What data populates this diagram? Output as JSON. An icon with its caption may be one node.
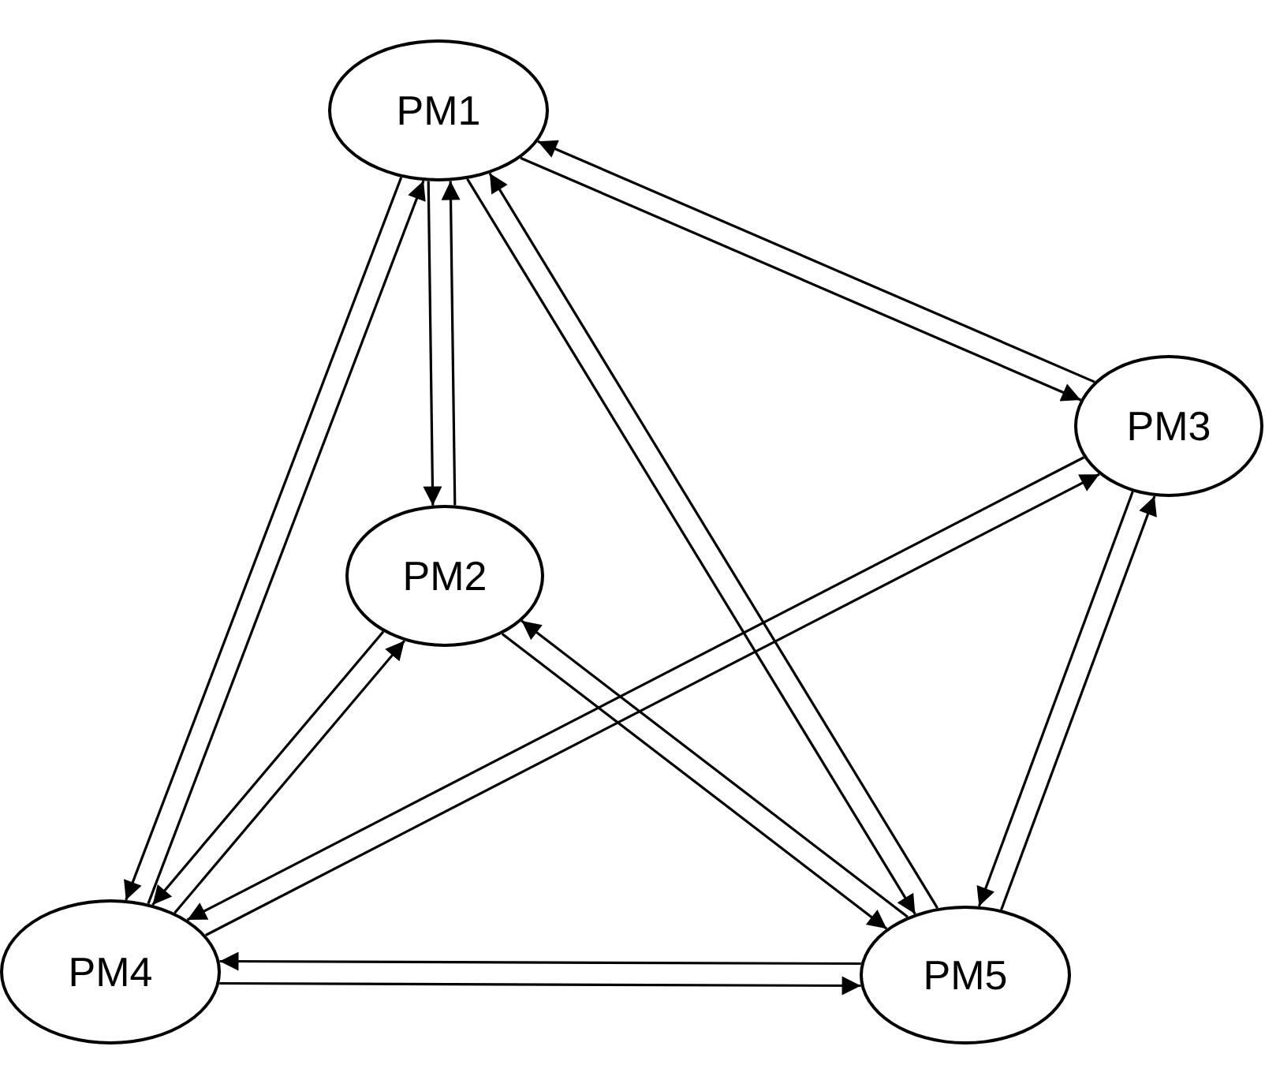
{
  "diagram": {
    "nodes": [
      {
        "text": [
          "PM1"
        ]
      },
      {
        "text": [
          "PM2"
        ]
      },
      {
        "text": [
          "PM3"
        ]
      },
      {
        "text": [
          "PM4"
        ]
      },
      {
        "text": [
          "PM5"
        ]
      }
    ],
    "edges": [
      {
        "from": 0,
        "to": 1,
        "arrow": "to"
      },
      {
        "from": 1,
        "to": 0,
        "arrow": "to"
      },
      {
        "from": 0,
        "to": 2,
        "arrow": "to"
      },
      {
        "from": 2,
        "to": 0,
        "arrow": "to"
      },
      {
        "from": 0,
        "to": 3,
        "arrow": "to"
      },
      {
        "from": 3,
        "to": 0,
        "arrow": "to"
      },
      {
        "from": 0,
        "to": 4,
        "arrow": "to"
      },
      {
        "from": 4,
        "to": 0,
        "arrow": "to"
      },
      {
        "from": 1,
        "to": 3,
        "arrow": "to"
      },
      {
        "from": 3,
        "to": 1,
        "arrow": "to"
      },
      {
        "from": 1,
        "to": 4,
        "arrow": "to"
      },
      {
        "from": 4,
        "to": 1,
        "arrow": "to"
      },
      {
        "from": 2,
        "to": 3,
        "arrow": "to"
      },
      {
        "from": 3,
        "to": 2,
        "arrow": "to"
      },
      {
        "from": 2,
        "to": 4,
        "arrow": "to"
      },
      {
        "from": 4,
        "to": 2,
        "arrow": "to"
      },
      {
        "from": 3,
        "to": 4,
        "arrow": "to"
      },
      {
        "from": 4,
        "to": 3,
        "arrow": "to"
      }
    ]
  }
}
